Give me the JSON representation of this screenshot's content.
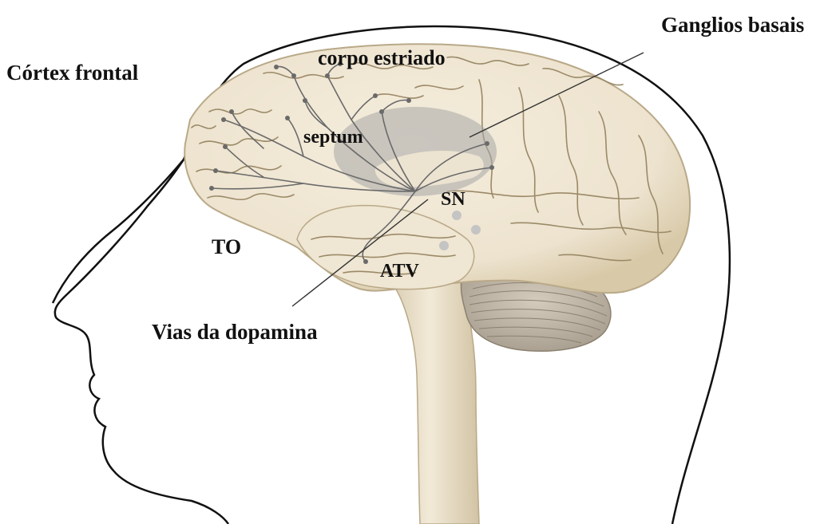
{
  "labels": {
    "cortex_frontal": "Córtex frontal",
    "ganglios_basais": "Ganglios basais",
    "corpo_estriado": "corpo estriado",
    "septum": "septum",
    "sn": "SN",
    "to": "TO",
    "atv": "ATV",
    "vias_dopamina": "Vias da dopamina"
  },
  "colors": {
    "brain_fill": "#ede3cf",
    "brain_outline": "#b9a988",
    "sulci": "#9b8a68",
    "stem_fill": "#ebe1cc",
    "cerebellum_fill": "#c6bcad",
    "cerebellum_lines": "#8b8170",
    "highlight_region": "#a6a6a6",
    "pathway": "#6a6a6a",
    "head_outline": "#111111"
  }
}
